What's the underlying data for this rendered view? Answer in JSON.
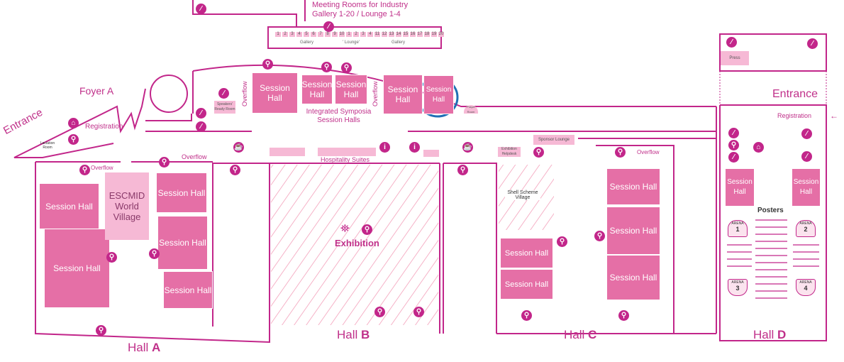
{
  "meeting_rooms": {
    "title": "Meeting Rooms for Industry",
    "subtitle": "Gallery 1-20 / Lounge 1-4",
    "gallery_left": "Gallery",
    "lounge": "' Lounge'",
    "gallery_right": "Gallery",
    "numbers": [
      "1",
      "2",
      "3",
      "4",
      "5",
      "6",
      "7",
      "8",
      "9",
      "10",
      "1",
      "2",
      "3",
      "4",
      "11",
      "12",
      "13",
      "14",
      "15",
      "16",
      "17",
      "18",
      "19",
      "20"
    ]
  },
  "foyer_a": {
    "title": "Foyer A",
    "entrance": "Entrance",
    "registration": "Registration",
    "lactation": "Lactation Room",
    "speakers_ready": "Speakers' Ready Room"
  },
  "integrated": {
    "title": "Integrated Symposia Session Halls",
    "overflow": "Overflow",
    "session_hall": "Session Hall",
    "prayer": "Prayer Room"
  },
  "hall_a": {
    "label": "Hall",
    "letter": "A",
    "session_hall": "Session Hall",
    "overflow": "Overflow",
    "village": "ESCMID World Village"
  },
  "hall_b": {
    "label": "Hall",
    "letter": "B",
    "exhibition": "Exhibition",
    "hospitality": "Hospitality Suites"
  },
  "hall_c": {
    "label": "Hall",
    "letter": "C",
    "session_hall": "Session Hall",
    "shell": "Shell Scheme Village",
    "helpdesk": "Exhibition Helpdesk",
    "sponsor": "Sponsor Lounge",
    "overflow": "Overflow"
  },
  "hall_d": {
    "label": "Hall",
    "letter": "D",
    "session_hall": "Session Hall",
    "press": "Press",
    "entrance": "Entrance",
    "registration": "Registration",
    "posters": "Posters",
    "arena_word": "ARENA",
    "arenas": [
      "1",
      "2",
      "3",
      "4"
    ]
  },
  "colors": {
    "outline": "#c2268a",
    "session_hall": "#e56fa6",
    "light_room": "#f6b9d5",
    "hatch": "#f39ab6",
    "highlight": "#1f6fb5"
  },
  "icons": [
    "no-entry-icon",
    "restroom-icon",
    "cafe-icon",
    "cloakroom-icon",
    "exhibition-icon",
    "info-icon"
  ]
}
